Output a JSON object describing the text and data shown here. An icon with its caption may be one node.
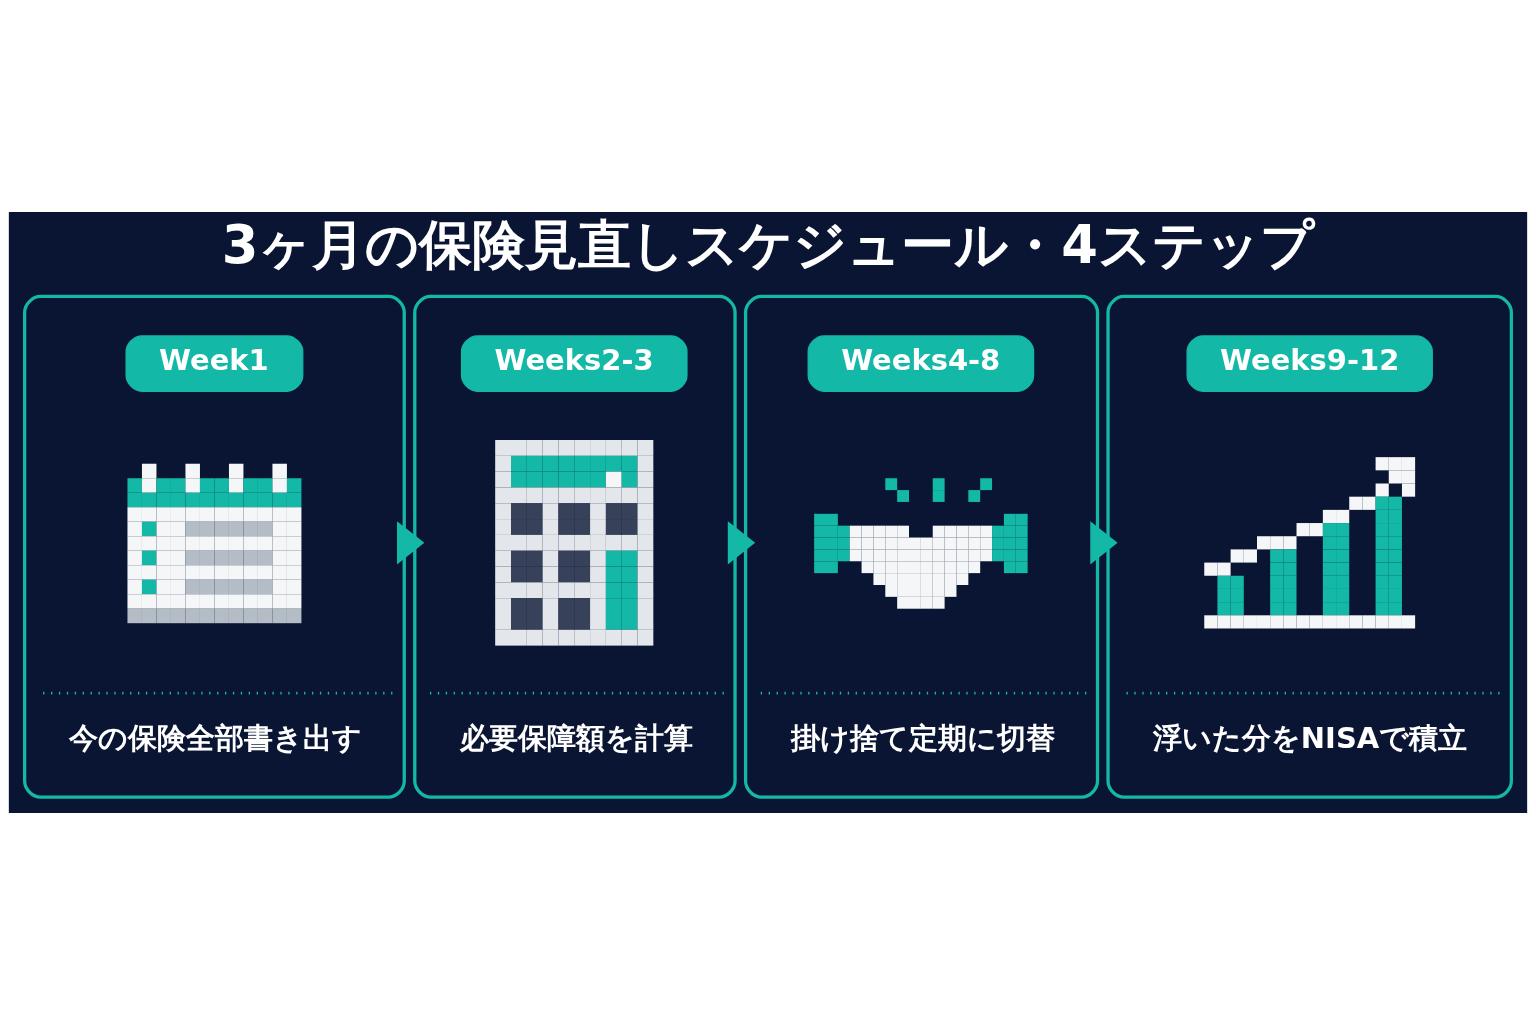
{
  "diagram": {
    "title": "3ヶ月の保険見直しスケジュール・4ステップ",
    "nodes": [
      {
        "text": [
          "今の保険全部書き出す"
        ]
      },
      {
        "text": [
          "Week1"
        ],
        "in": 0
      },
      {
        "text": [],
        "shape": "picture",
        "in": 0
      },
      {
        "text": [
          "必要保障額を計算"
        ]
      },
      {
        "text": [
          "Weeks2-3"
        ],
        "in": 3
      },
      {
        "text": [],
        "shape": "picture",
        "in": 3
      },
      {
        "text": [
          "掛け捨て定期に切替"
        ]
      },
      {
        "text": [
          "Weeks4-8"
        ],
        "in": 6
      },
      {
        "text": [],
        "shape": "picture",
        "in": 6
      },
      {
        "text": [
          "浮いた分をNISAで積立"
        ]
      },
      {
        "text": [
          "Weeks9-12"
        ],
        "in": 9
      },
      {
        "text": [],
        "shape": "picture",
        "in": 9
      }
    ],
    "edges": [
      {
        "from": 0,
        "to": 3,
        "arrow": "to"
      },
      {
        "from": 3,
        "to": 6,
        "arrow": "to"
      },
      {
        "from": 6,
        "to": 9,
        "arrow": "to"
      }
    ]
  }
}
